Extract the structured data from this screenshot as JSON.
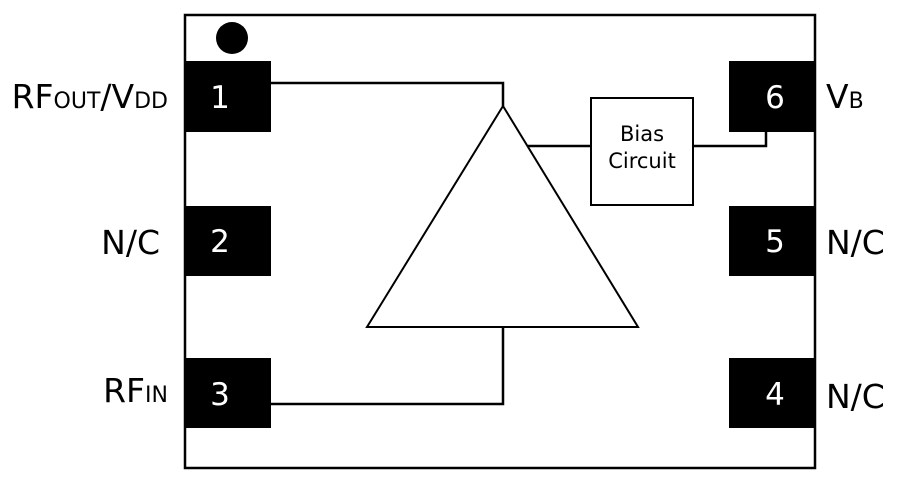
{
  "pins": [
    {
      "number": "1",
      "label_main": "RF",
      "label_sub1": "OUT",
      "label_mid": "/V",
      "label_sub2": "DD"
    },
    {
      "number": "2",
      "label": "N/C"
    },
    {
      "number": "3",
      "label_main": "RF",
      "label_sub": "IN"
    },
    {
      "number": "4",
      "label": "N/C"
    },
    {
      "number": "5",
      "label": "N/C"
    },
    {
      "number": "6",
      "label_main": "V",
      "label_sub": "B"
    }
  ],
  "bias_circuit": {
    "line1": "Bias",
    "line2": "Circuit"
  },
  "colors": {
    "pin_fill": "#000000",
    "pin_text": "#ffffff",
    "outline": "#000000",
    "background": "#ffffff"
  }
}
